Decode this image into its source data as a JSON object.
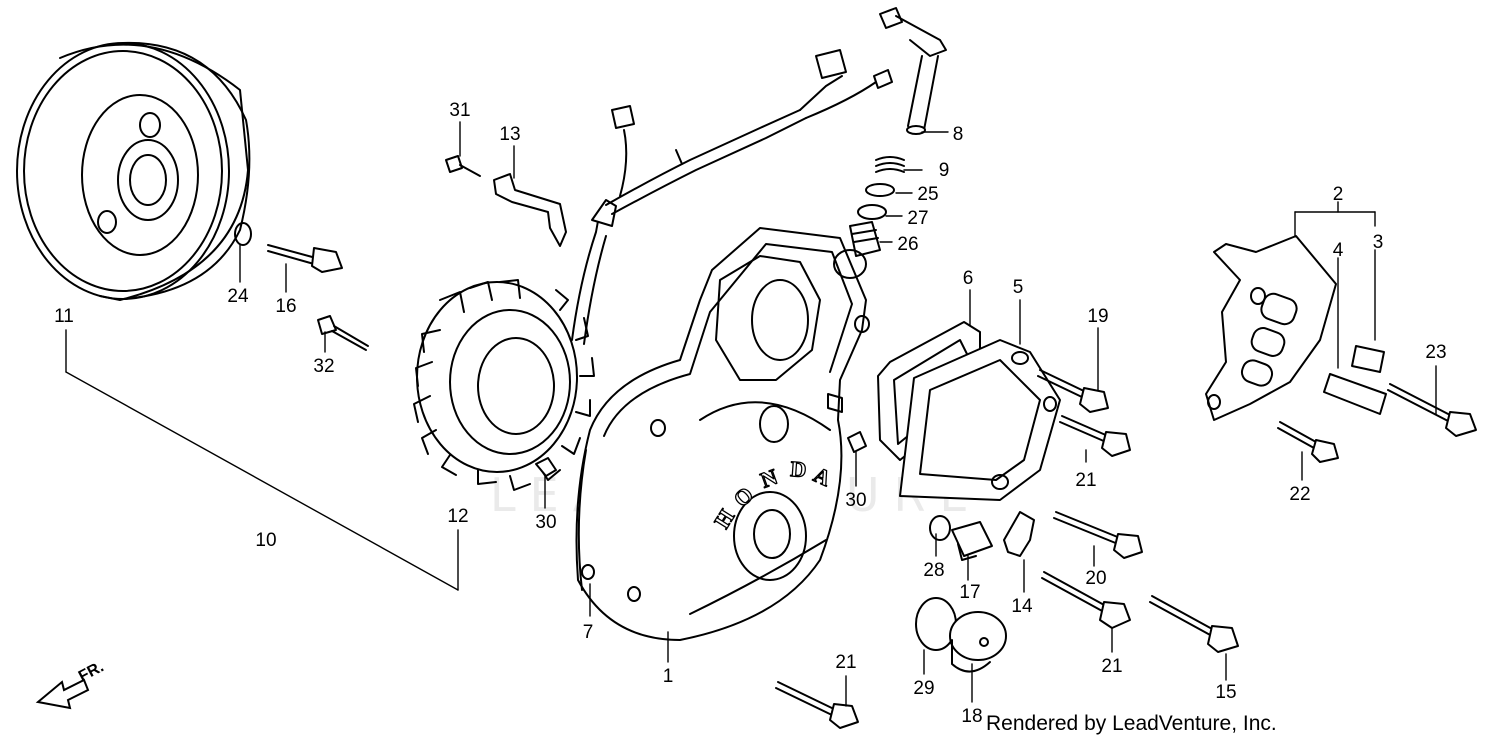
{
  "watermark": "LEADVENTURE",
  "credit": "Rendered by LeadVenture, Inc.",
  "direction_label": "FR.",
  "embossed_brand": [
    "H",
    "O",
    "N",
    "D",
    "A"
  ],
  "callouts": {
    "c1": "1",
    "c2": "2",
    "c3": "3",
    "c4": "4",
    "c5": "5",
    "c6": "6",
    "c7": "7",
    "c8": "8",
    "c9": "9",
    "c10": "10",
    "c11": "11",
    "c12": "12",
    "c13": "13",
    "c14": "14",
    "c15": "15",
    "c16": "16",
    "c17": "17",
    "c18": "18",
    "c19": "19",
    "c20": "20",
    "c21a": "21",
    "c21b": "21",
    "c21c": "21",
    "c22": "22",
    "c23": "23",
    "c24": "24",
    "c25": "25",
    "c26": "26",
    "c27": "27",
    "c28": "28",
    "c29": "29",
    "c30a": "30",
    "c30b": "30",
    "c31": "31",
    "c32": "32"
  }
}
